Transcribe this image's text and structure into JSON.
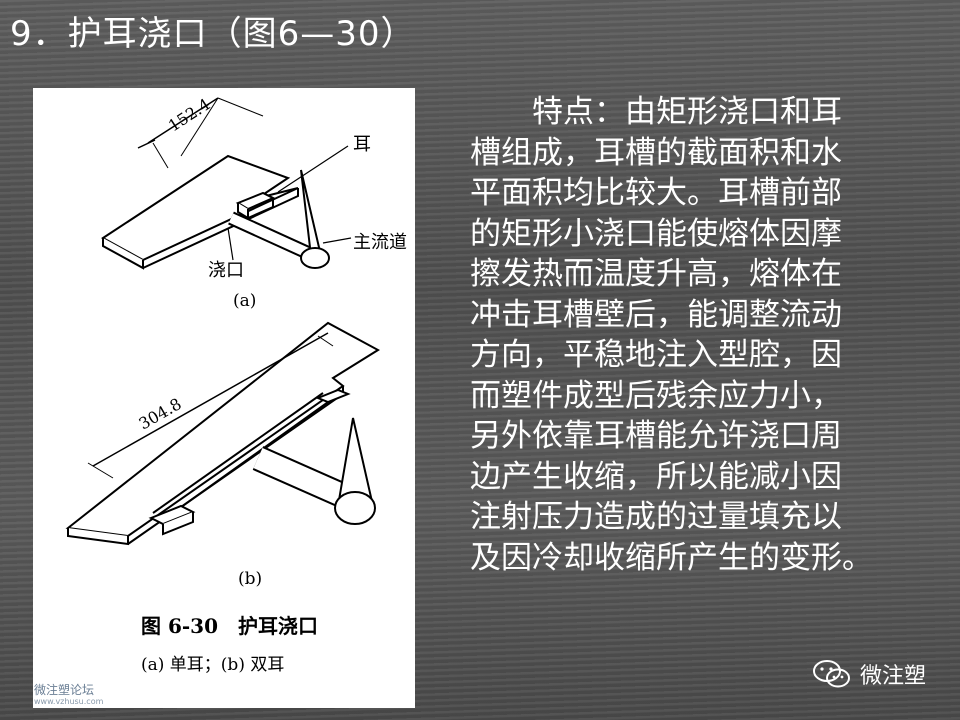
{
  "slide": {
    "title": "9．护耳浇口（图6—30）"
  },
  "figure": {
    "dim_a": "152.4",
    "dim_b": "304.8",
    "label_ear": "耳",
    "label_main_runner": "主流道",
    "label_gate": "浇口",
    "caption_a": "(a)",
    "caption_b": "(b)",
    "figure_title": "图 6-30　护耳浇口",
    "figure_subtitle": "(a) 单耳；(b) 双耳"
  },
  "body": {
    "lines": [
      "　　特点：由矩形浇口和耳",
      "槽组成，耳槽的截面积和水",
      "平面积均比较大。耳槽前部",
      "的矩形小浇口能使熔体因摩",
      "擦发热而温度升高，熔体在",
      "冲击耳槽壁后，能调整流动",
      "方向，平稳地注入型腔，因",
      "而塑件成型后残余应力小，",
      "另外依靠耳槽能允许浇口周",
      "边产生收缩，所以能减小因",
      "注射压力造成的过量填充以",
      "及因冷却收缩所产生的变形。"
    ]
  },
  "branding": {
    "wechat_label": "微注塑",
    "watermark_text": "微注塑论坛",
    "watermark_url": "www.vzhusu.com"
  }
}
